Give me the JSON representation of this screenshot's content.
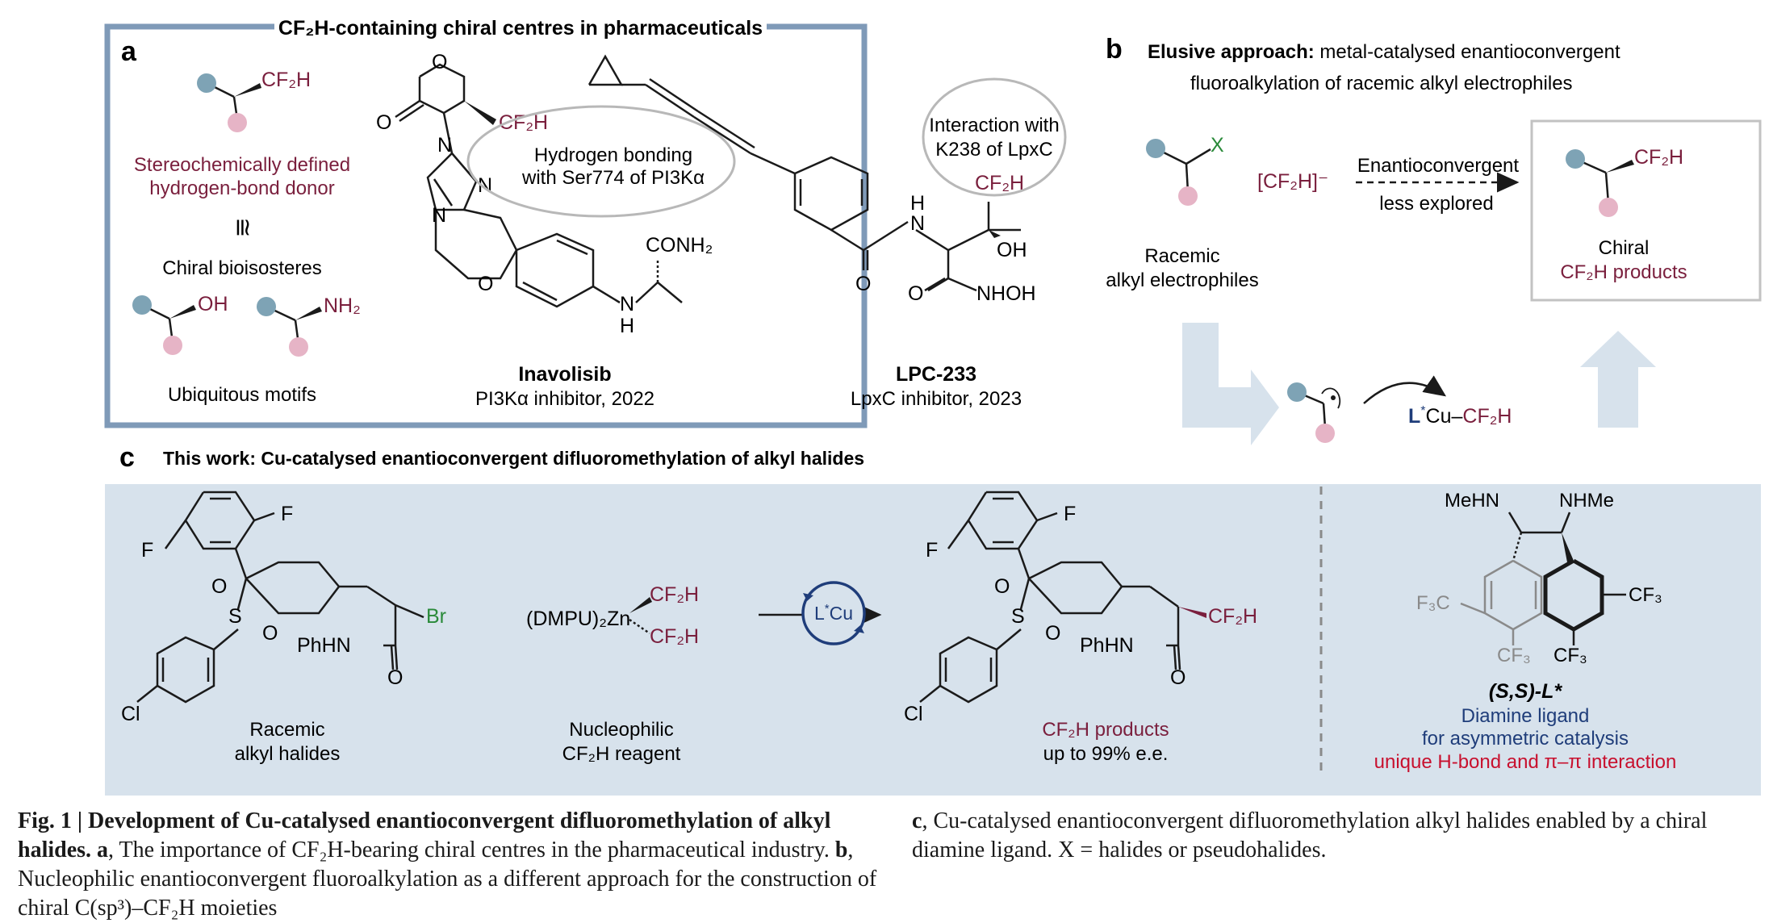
{
  "colors": {
    "maroon": "#7a1f3d",
    "green": "#2a8a3a",
    "navy": "#1f3d7a",
    "red": "#c8102e",
    "panelBorder": "#7f9ab8",
    "panelFill": "#d7e2ec",
    "ballBlue": "#7ea3b5",
    "ballPink": "#e6b4c6",
    "ellipse": "#b8b8b8"
  },
  "panel_a": {
    "letter": "a",
    "title": "CF₂H-containing chiral centres in pharmaceuticals",
    "cf2h": "CF₂H",
    "stereo_line1": "Stereochemically defined",
    "stereo_line2": "hydrogen-bond donor",
    "approx": "≅",
    "bioisosteres": "Chiral bioisosteres",
    "oh": "OH",
    "nh2": "NH₂",
    "ubiquitous": "Ubiquitous motifs",
    "hbond_line1": "Hydrogen bonding",
    "hbond_line2": "with Ser774 of PI3Kα",
    "inavolisib_name": "Inavolisib",
    "inavolisib_desc": "PI3Kα inhibitor, 2022",
    "conh2": "CONH₂",
    "nh": "N",
    "h": "H",
    "interaction_line1": "Interaction with",
    "interaction_line2": "K238 of LpxC",
    "lpc_name": "LPC-233",
    "lpc_desc": "LpxC inhibitor, 2023",
    "nhoh": "NHOH",
    "o": "O",
    "n": "N"
  },
  "panel_b": {
    "letter": "b",
    "title_bold": "Elusive approach:",
    "title_rest": " metal-catalysed enantioconvergent",
    "title_line2": "fluoroalkylation of racemic alkyl electrophiles",
    "x": "X",
    "reagent": "[CF₂H]⁻",
    "arrow_top": "Enantioconvergent",
    "arrow_bottom": "less explored",
    "racemic_line1": "Racemic",
    "racemic_line2": "alkyl electrophiles",
    "chiral_line1": "Chiral",
    "chiral_line2": "CF₂H products",
    "cu_complex": "L*Cu–CF₂H"
  },
  "panel_c": {
    "letter": "c",
    "title": "This work: Cu-catalysed enantioconvergent difluoromethylation of alkyl halides",
    "f": "F",
    "cl": "Cl",
    "br": "Br",
    "phhn": "PhHN",
    "racemic_line1": "Racemic",
    "racemic_line2": "alkyl halides",
    "zn_reagent": "(DMPU)₂Zn",
    "nucleophilic_line1": "Nucleophilic",
    "nucleophilic_line2": "CF₂H reagent",
    "catalyst": "L*Cu",
    "products_line1": "CF₂H products",
    "products_line2": "up to 99% e.e.",
    "meHN": "MeHN",
    "nhMe": "NHMe",
    "f3c": "F₃C",
    "cf3": "CF₃",
    "ligand_name": "(S,S)-L*",
    "ligand_line1": "Diamine ligand",
    "ligand_line2": "for asymmetric catalysis",
    "ligand_line3": "unique H-bond and π–π interaction"
  },
  "caption": {
    "fig_label": "Fig. 1 | Development of Cu-catalysed enantioconvergent difluoromethylation of alkyl halides.",
    "a_label": "a",
    "a_text": ", The importance of CF₂H-bearing chiral centres in the pharmaceutical industry.",
    "b_label": "b",
    "b_text": ", Nucleophilic enantioconvergent fluoroalkylation as a different approach for the construction of chiral C(sp³)–CF₂H moieties",
    "c_label": "c",
    "c_text": ", Cu-catalysed enantioconvergent difluoromethylation alkyl halides enabled by a chiral diamine ligand. X = halides or pseudohalides."
  }
}
